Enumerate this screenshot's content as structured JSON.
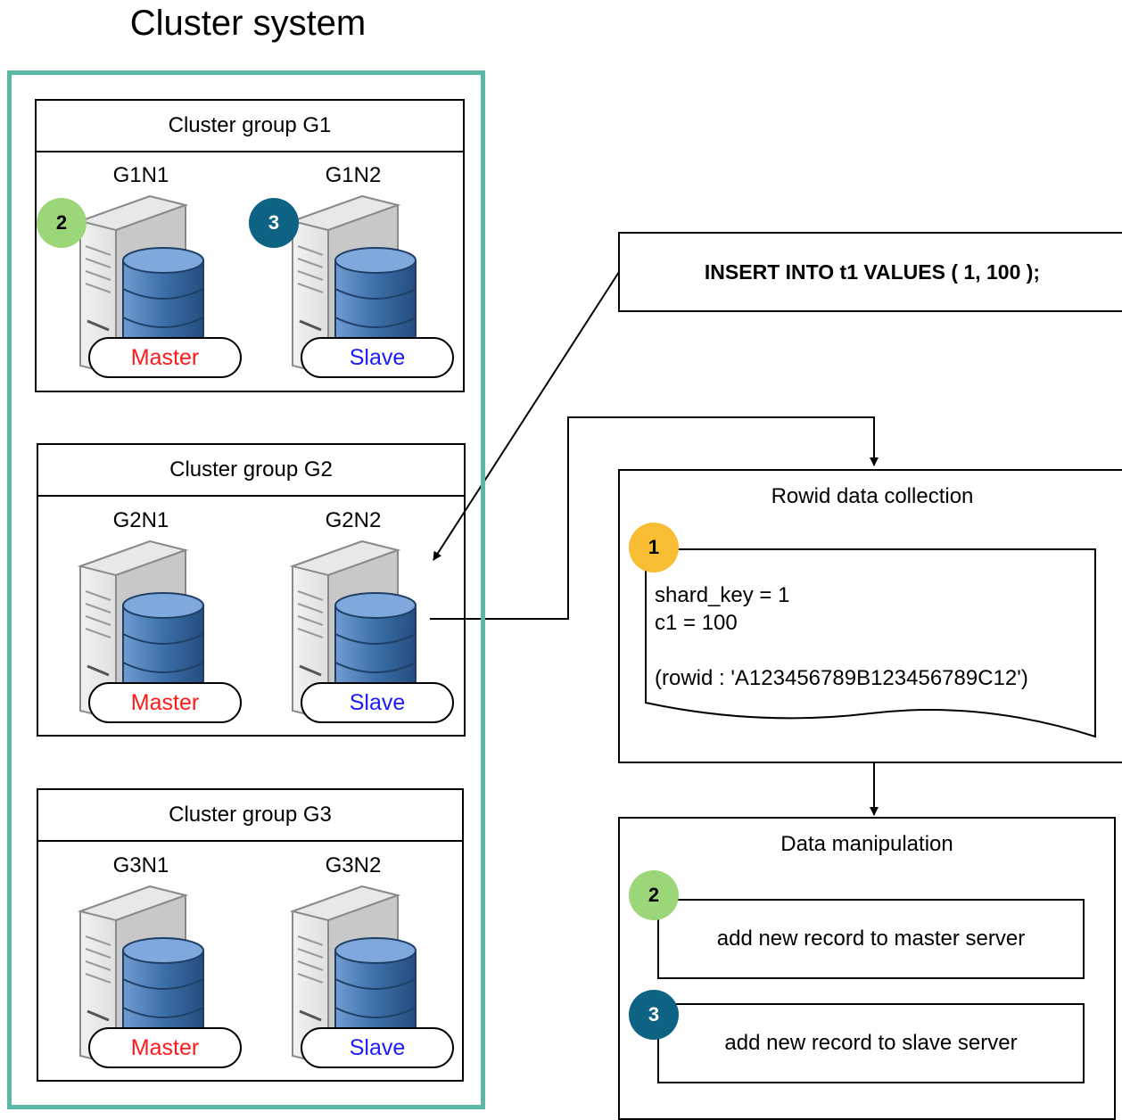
{
  "title": "Cluster system",
  "groups": [
    {
      "name": "Cluster group G1",
      "nodes": [
        {
          "name": "G1N1",
          "role": "Master"
        },
        {
          "name": "G1N2",
          "role": "Slave"
        }
      ]
    },
    {
      "name": "Cluster group G2",
      "nodes": [
        {
          "name": "G2N1",
          "role": "Master"
        },
        {
          "name": "G2N2",
          "role": "Slave"
        }
      ]
    },
    {
      "name": "Cluster group G3",
      "nodes": [
        {
          "name": "G3N1",
          "role": "Master"
        },
        {
          "name": "G3N2",
          "role": "Slave"
        }
      ]
    }
  ],
  "sql": "INSERT INTO t1 VALUES ( 1, 100 );",
  "rowid_panel": {
    "title": "Rowid data collection",
    "step": "1",
    "lines": [
      "shard_key = 1",
      "c1 = 100",
      "",
      "(rowid : 'A123456789B123456789C12')"
    ]
  },
  "manipulation_panel": {
    "title": "Data manipulation",
    "steps": [
      {
        "badge": "2",
        "text": "add new record to master server"
      },
      {
        "badge": "3",
        "text": "add new record to slave server"
      }
    ]
  },
  "node_badges": {
    "g1n1": "2",
    "g1n2": "3"
  },
  "colors": {
    "cluster_border": "#5cb8a6",
    "master_text": "#ff1a1a",
    "slave_text": "#1a1aff",
    "badge_green": "#9bd679",
    "badge_blue": "#0e6384",
    "badge_yellow": "#f8bd33",
    "db_blue": "#3d6fa8"
  },
  "icons": [
    "server-database-icon",
    "arrow-icon"
  ]
}
